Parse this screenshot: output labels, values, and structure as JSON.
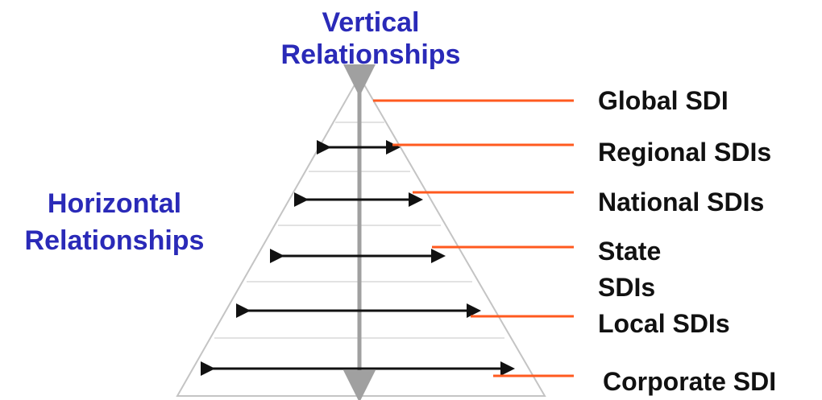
{
  "vertical_label": {
    "line1": "Vertical",
    "line2": "Relationships"
  },
  "horizontal_label": {
    "line1": "Horizontal",
    "line2": "Relationships"
  },
  "levels": [
    {
      "label": "Global SDI"
    },
    {
      "label": "Regional SDIs"
    },
    {
      "label": "National SDIs"
    },
    {
      "label": "State",
      "label2": "SDIs"
    },
    {
      "label": "Local SDIs"
    },
    {
      "label": "Corporate SDI"
    }
  ],
  "colors": {
    "label_blue": "#2a2ab8",
    "leader_orange": "#ff5a1f",
    "axis_gray": "#a0a0a0",
    "pyramid_outline": "#c4c4c4",
    "arrow_black": "#111111"
  }
}
